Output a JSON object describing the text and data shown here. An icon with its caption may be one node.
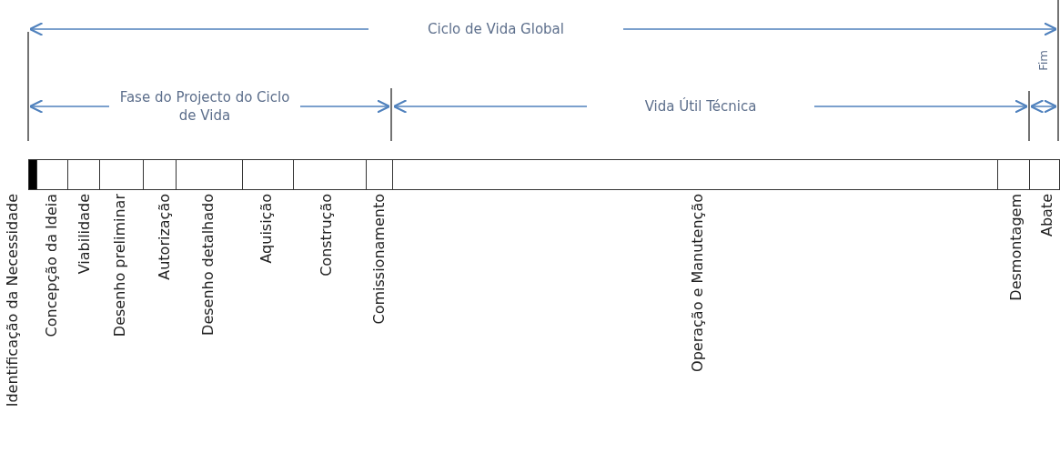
{
  "diagram": {
    "nodes": [
      {
        "text": [],
        "shape": "box",
        "beside": [
          "Identificação da Necessidade"
        ]
      },
      {
        "text": [],
        "shape": "box",
        "beside": [
          "Concepção da Ideia"
        ]
      },
      {
        "text": [],
        "shape": "box",
        "beside": [
          "Viabilidade"
        ]
      },
      {
        "text": [],
        "shape": "box",
        "beside": [
          "Desenho preliminar"
        ]
      },
      {
        "text": [],
        "shape": "box",
        "beside": [
          "Autorização"
        ]
      },
      {
        "text": [],
        "shape": "box",
        "beside": [
          "Desenho detalhado"
        ]
      },
      {
        "text": [],
        "shape": "box",
        "beside": [
          "Aquisição"
        ]
      },
      {
        "text": [],
        "shape": "box",
        "beside": [
          "Construção"
        ]
      },
      {
        "text": [],
        "shape": "box",
        "beside": [
          "Comissionamento"
        ]
      },
      {
        "text": [],
        "shape": "box",
        "beside": [
          "Operação e Manutenção"
        ]
      },
      {
        "text": [],
        "shape": "box",
        "beside": [
          "Desmontagem"
        ]
      },
      {
        "text": [],
        "shape": "box",
        "beside": [
          "Abate"
        ]
      }
    ],
    "labels": [
      "Ciclo de Vida Global",
      "Fase do Projecto do Ciclo de Vida",
      "Vida Útil Técnica",
      "Fim"
    ]
  }
}
